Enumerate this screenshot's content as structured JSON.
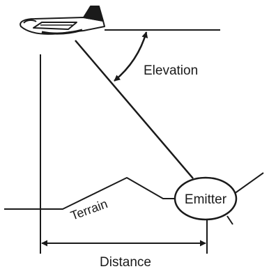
{
  "labels": {
    "elevation": "Elevation",
    "terrain": "Terrain",
    "emitter": "Emitter",
    "distance": "Distance"
  },
  "icons": {
    "aircraft": "aircraft-icon"
  },
  "colors": {
    "ink": "#1a1a1a",
    "background": "#ffffff"
  }
}
